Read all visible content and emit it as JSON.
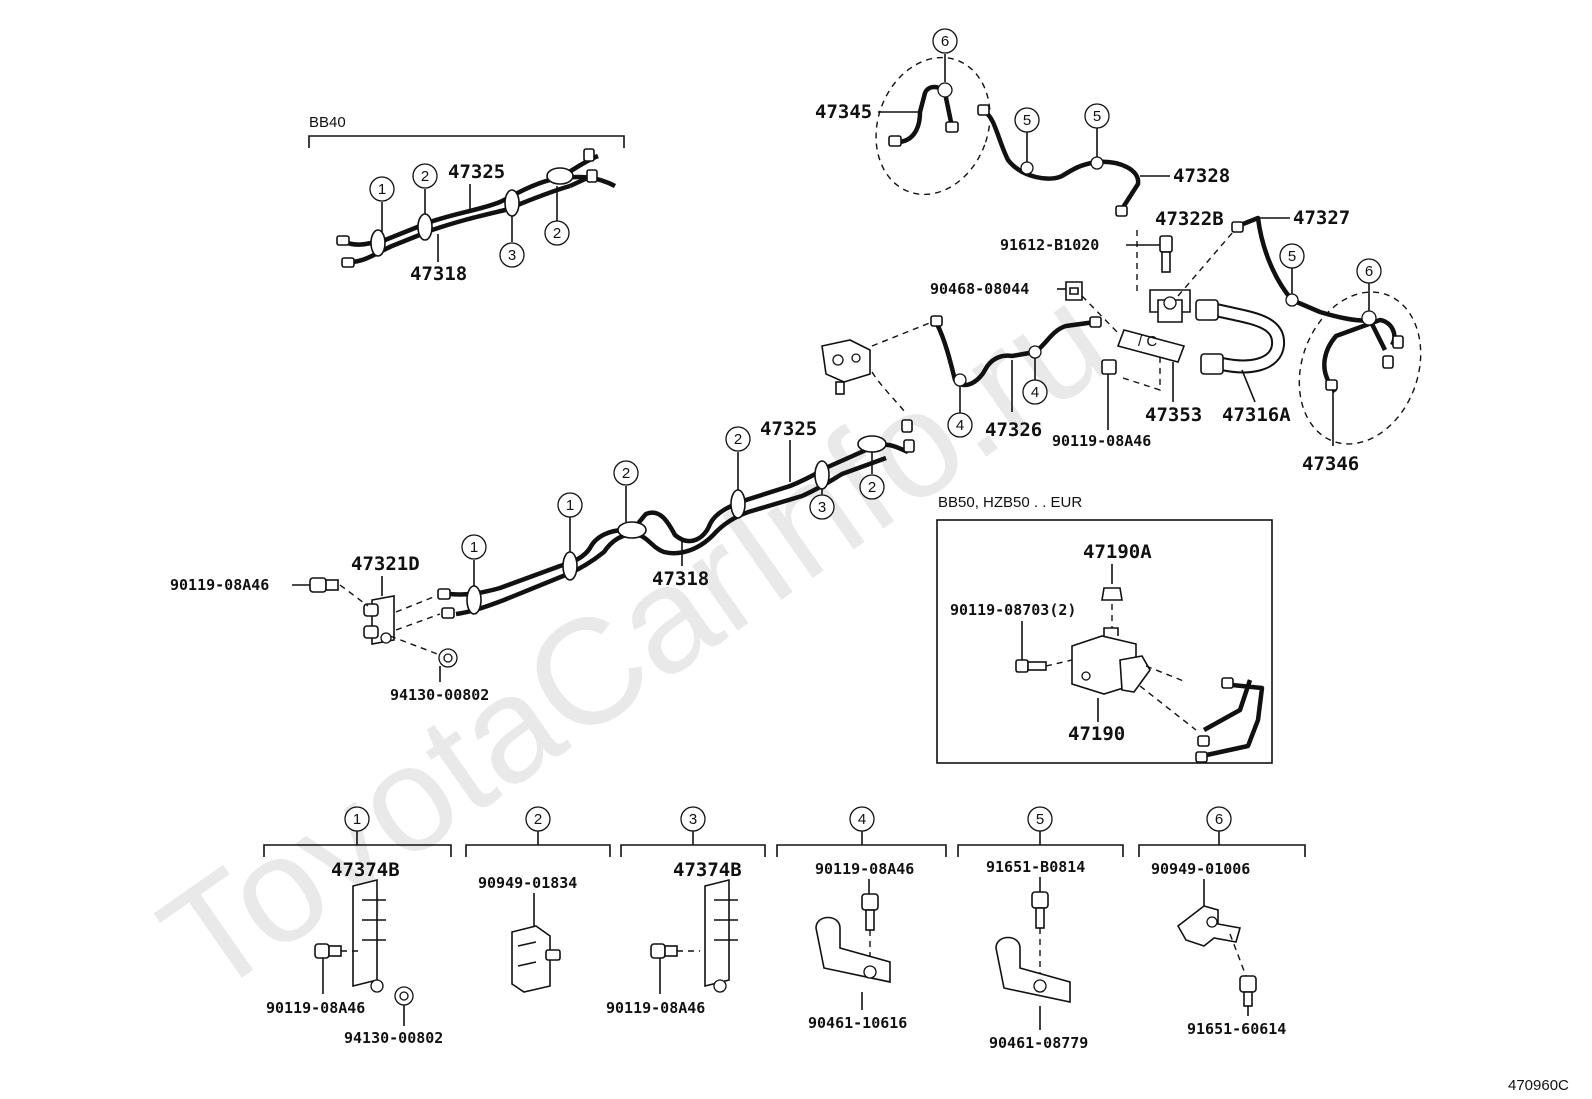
{
  "watermark": "ToyotaCarInfo.ru",
  "diagram_code": "470960C",
  "sections": {
    "bb40": "BB40",
    "bb50": "BB50, HZB50 . . EUR"
  },
  "parts": {
    "p47345": "47345",
    "p47328": "47328",
    "p47322B": "47322B",
    "p47327": "47327",
    "p91612": "91612-B1020",
    "p90468": "90468-08044",
    "p47353": "47353",
    "p47316A": "47316A",
    "p47346": "47346",
    "p47326": "47326",
    "p90119_mid": "90119-08A46",
    "p47325_top": "47325",
    "p47318_top": "47318",
    "p47325_main": "47325",
    "p47318_main": "47318",
    "p47321D": "47321D",
    "p90119_left": "90119-08A46",
    "p94130_left": "94130-00802",
    "p47190A": "47190A",
    "p90119_08703": "90119-08703(2)",
    "p47190": "47190"
  },
  "callouts": [
    "1",
    "2",
    "3",
    "4",
    "5",
    "6"
  ],
  "legend": {
    "c1_part": "47374B",
    "c1_bolt": "90119-08A46",
    "c1_nut": "94130-00802",
    "c2_part": "90949-01834",
    "c3_part": "47374B",
    "c3_bolt": "90119-08A46",
    "c4_bolt": "90119-08A46",
    "c4_part": "90461-10616",
    "c5_bolt": "91651-B0814",
    "c5_part": "90461-08779",
    "c6_part": "90949-01006",
    "c6_bolt": "91651-60614"
  }
}
